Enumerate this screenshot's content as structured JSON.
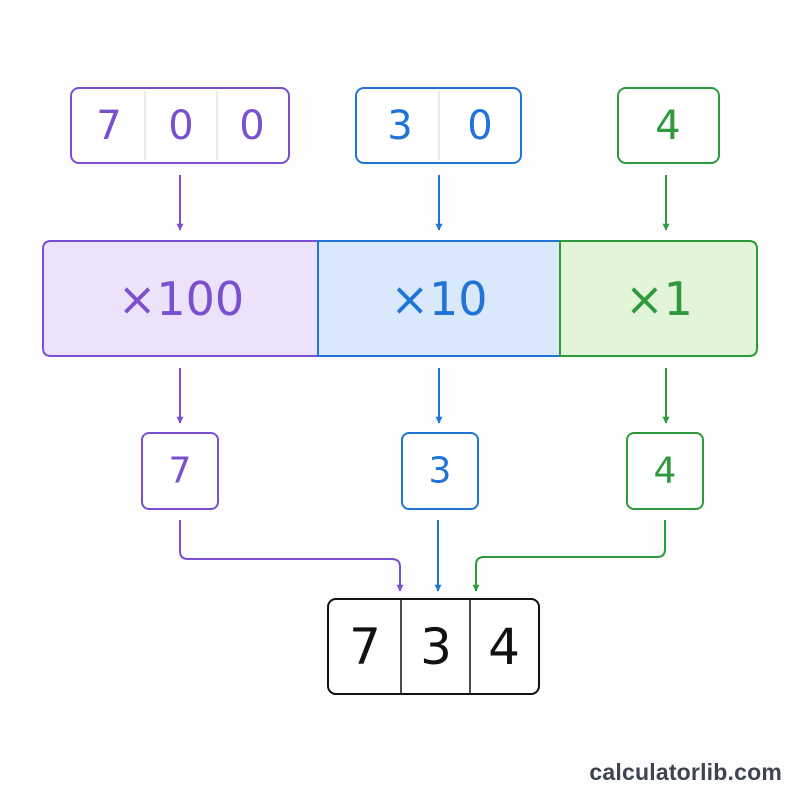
{
  "colors": {
    "hundreds": "#7a4fd0",
    "hundreds_fill": "#ece3fb",
    "tens": "#1f74d6",
    "tens_fill": "#d9e9fb",
    "ones": "#2e9a3c",
    "ones_fill": "#e2f5d9",
    "result": "#111111",
    "divider": "#e3e3e8"
  },
  "inputs": {
    "hundreds": [
      "7",
      "0",
      "0"
    ],
    "tens": [
      "3",
      "0"
    ],
    "ones": [
      "4"
    ]
  },
  "multipliers": {
    "hundreds": "×100",
    "tens": "×10",
    "ones": "×1"
  },
  "digits": {
    "hundreds": "7",
    "tens": "3",
    "ones": "4"
  },
  "result": [
    "7",
    "3",
    "4"
  ],
  "watermark": "calculatorlib.com"
}
